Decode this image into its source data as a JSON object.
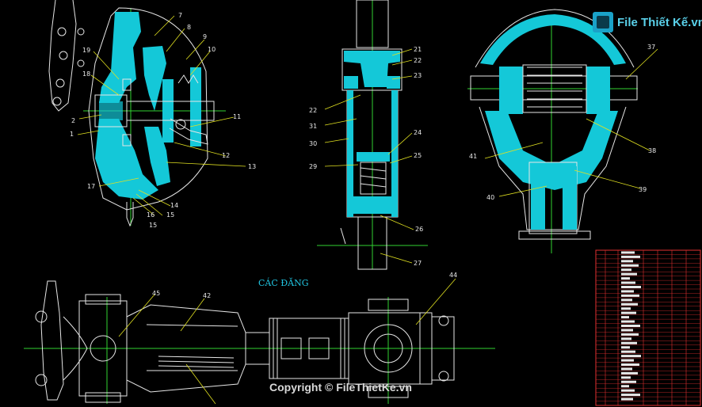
{
  "drawing": {
    "section_title": "CÁC ĐĂNG",
    "watermark": {
      "logo_text": "File Thiết Kế.vn",
      "copyright": "Copyright © FileThietKe.vn"
    }
  },
  "labels": {
    "clutch": [
      "7",
      "8",
      "9",
      "10",
      "19",
      "18",
      "2",
      "1",
      "11",
      "12",
      "13",
      "17",
      "14",
      "15",
      "16",
      "15"
    ],
    "shaft": [
      "21",
      "22",
      "23",
      "22",
      "31",
      "30",
      "24",
      "25",
      "29",
      "26",
      "27"
    ],
    "diff": [
      "37",
      "41",
      "38",
      "39",
      "40"
    ],
    "cardan": [
      "45",
      "42",
      "44"
    ]
  },
  "colors": {
    "background": "#000000",
    "part_fill": "#14c8d8",
    "outline": "#e6e6e6",
    "center_line": "#32d232",
    "leader": "#e0e020",
    "table_line": "#e23030"
  }
}
